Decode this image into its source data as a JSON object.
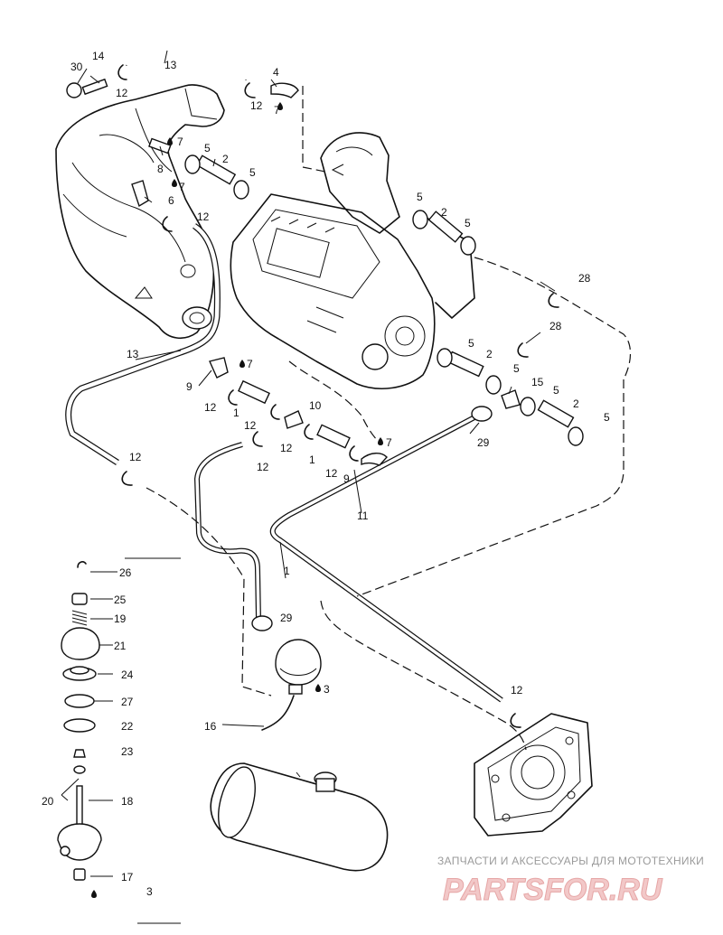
{
  "diagram": {
    "callouts": [
      "30",
      "14",
      "12",
      "13",
      "4",
      "12",
      "7",
      "7",
      "8",
      "5",
      "2",
      "5",
      "7",
      "6",
      "12",
      "5",
      "2",
      "5",
      "28",
      "28",
      "5",
      "2",
      "5",
      "15",
      "5",
      "2",
      "5",
      "13",
      "9",
      "7",
      "12",
      "1",
      "10",
      "12",
      "12",
      "12",
      "7",
      "1",
      "12",
      "9",
      "29",
      "11",
      "12",
      "1",
      "29",
      "3",
      "16",
      "12",
      "26",
      "25",
      "19",
      "21",
      "24",
      "27",
      "22",
      "23",
      "20",
      "18",
      "17",
      "3"
    ]
  },
  "watermark": {
    "tagline": "ЗАПЧАСТИ И АКСЕССУАРЫ ДЛЯ МОТОТЕХНИКИ",
    "logo": "PARTSFOR.RU"
  }
}
